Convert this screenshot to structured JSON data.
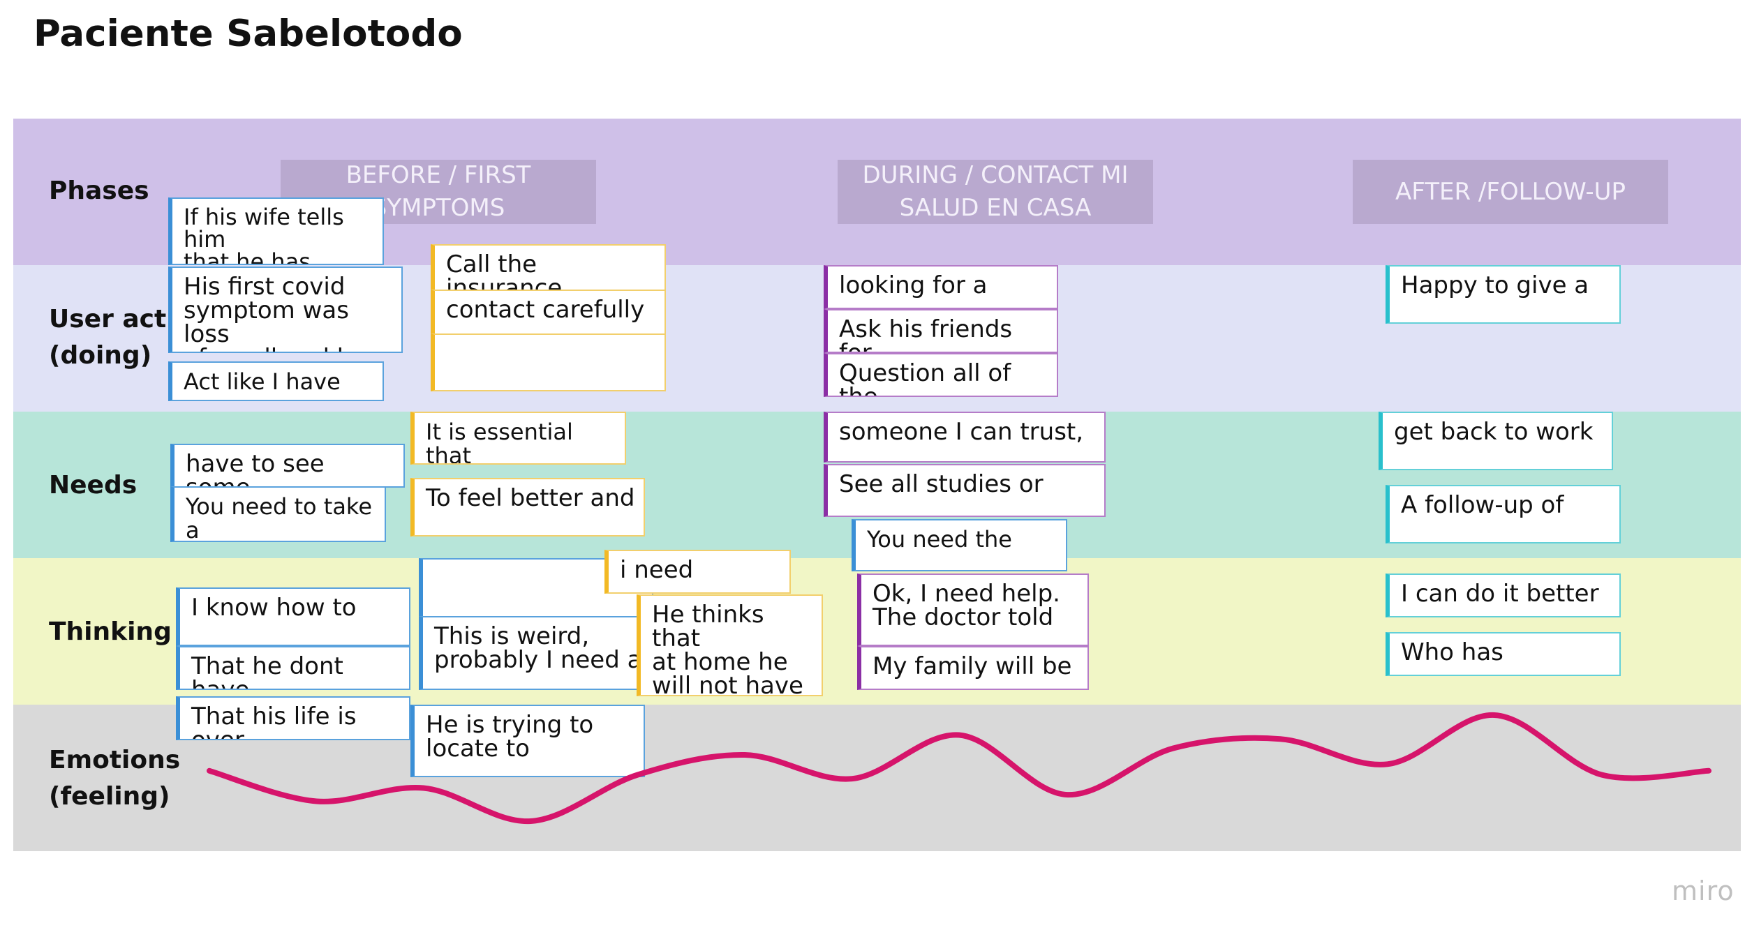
{
  "board": {
    "title": "Paciente Sabelotodo",
    "watermark": "miro",
    "colors": {
      "phases_band": "#cfc0e8",
      "doing_band": "#e0e2f6",
      "needs_band": "#b7e5d9",
      "thinking_band": "#f1f6c6",
      "emotions_band": "#d9d9d9",
      "emotion_curve": "#d6146b"
    }
  },
  "lanes": {
    "phases": "Phases",
    "doing": "User activ\n(doing)",
    "needs": "Needs",
    "thinking": "Thinking",
    "emotions": "Emotions\n(feeling)"
  },
  "phases": {
    "before": "BEFORE / FIRST SYMPTOMS",
    "during": "DURING / CONTACT MI SALUD EN CASA",
    "after": "AFTER /FOLLOW-UP"
  },
  "notes": {
    "n1": "If his wife tells him\nthat he has covid,",
    "n2": "His first covid\nsymptom was loss\nof smell and he is",
    "n3": "Act like I  have no",
    "n4": "Call the insurance",
    "n5": "contact carefully",
    "n6": "",
    "n7": "looking for a",
    "n8": "Ask his friends for",
    "n9": "Question all of the",
    "n10": "Happy to give a",
    "n11": "have to see some",
    "n12": "You need to take a",
    "n13": "It is essential that",
    "n14": "To feel better and",
    "n15": "someone I can trust,",
    "n16": "See all studies or",
    "n17": "You need the",
    "n18": "get back to work",
    "n19": "A follow-up of",
    "n20": "I know how to",
    "n21": "That he dont have",
    "n22": "That his life is over",
    "n23": "",
    "n24": "This is weird,\nprobably I need a",
    "n25": "i need",
    "n26": "He thinks that\nat home he\nwill not have",
    "n27": "He is trying to\nlocate to",
    "n28": "Ok, I need help.\nThe doctor told",
    "n29": "My family will be",
    "n30": "I can do it better",
    "n31": "Who has"
  },
  "chart_data": {
    "type": "line",
    "series": [
      {
        "values": [
          0.58,
          0.35,
          0.45,
          0.2,
          0.55,
          0.7,
          0.52,
          0.85,
          0.4,
          0.75,
          0.82,
          0.63,
          1.0,
          0.55,
          0.58
        ]
      }
    ],
    "x": [
      0,
      1,
      2,
      3,
      4,
      5,
      6,
      7,
      8,
      9,
      10,
      11,
      12,
      13,
      14
    ],
    "ylim": [
      0,
      1
    ],
    "grid": false
  }
}
